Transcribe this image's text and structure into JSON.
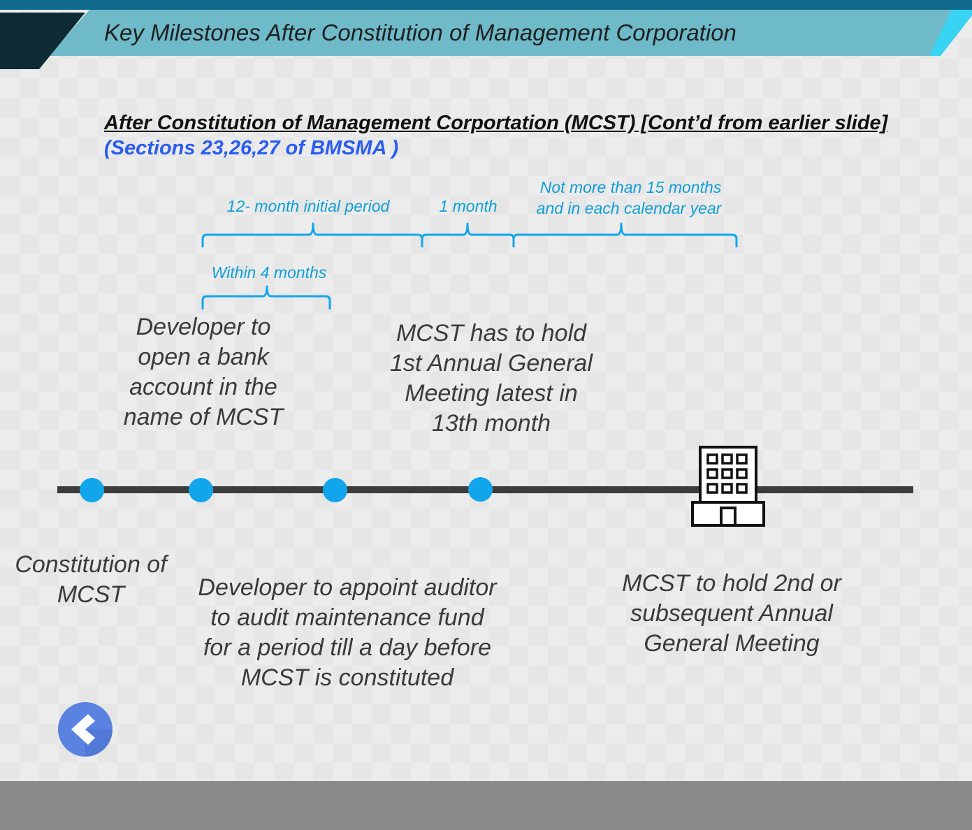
{
  "header": {
    "title": "Key Milestones After Constitution of Management Corporation"
  },
  "subtitle": "After Constitution of Management Corportation (MCST) [Cont’d from earlier slide]",
  "sections_ref": "(Sections 23,26,27 of BMSMA )",
  "braces": {
    "initial_period": "12- month initial period",
    "one_month": "1 month",
    "not_more_than_line1": "Not more than 15 months",
    "not_more_than_line2": "and in each calendar year",
    "within_4_months": "Within 4 months"
  },
  "milestones": {
    "bank_account": "Developer to\nopen a bank\naccount in the\nname of MCST",
    "first_agm": "MCST has to hold\n1st Annual General\nMeeting latest in\n13th month",
    "constitution": "Constitution of\nMCST",
    "auditor": "Developer to appoint auditor\nto audit maintenance fund\nfor a period till a day before\nMCST is constituted",
    "subsequent_agm": "MCST to hold 2nd or\nsubsequent Annual\nGeneral Meeting"
  },
  "icons": {
    "building": "building-icon",
    "back": "chevron-left-icon"
  },
  "colors": {
    "header_bar": "#6fbac9",
    "header_top": "#0f6a8c",
    "accent_blue": "#11a6ec",
    "brace_blue": "#0f9fd6",
    "sections_blue": "#2a5cf0",
    "timeline": "#3c3c3c",
    "footer": "#8a8a8a",
    "back_button": "#5a82e0"
  }
}
